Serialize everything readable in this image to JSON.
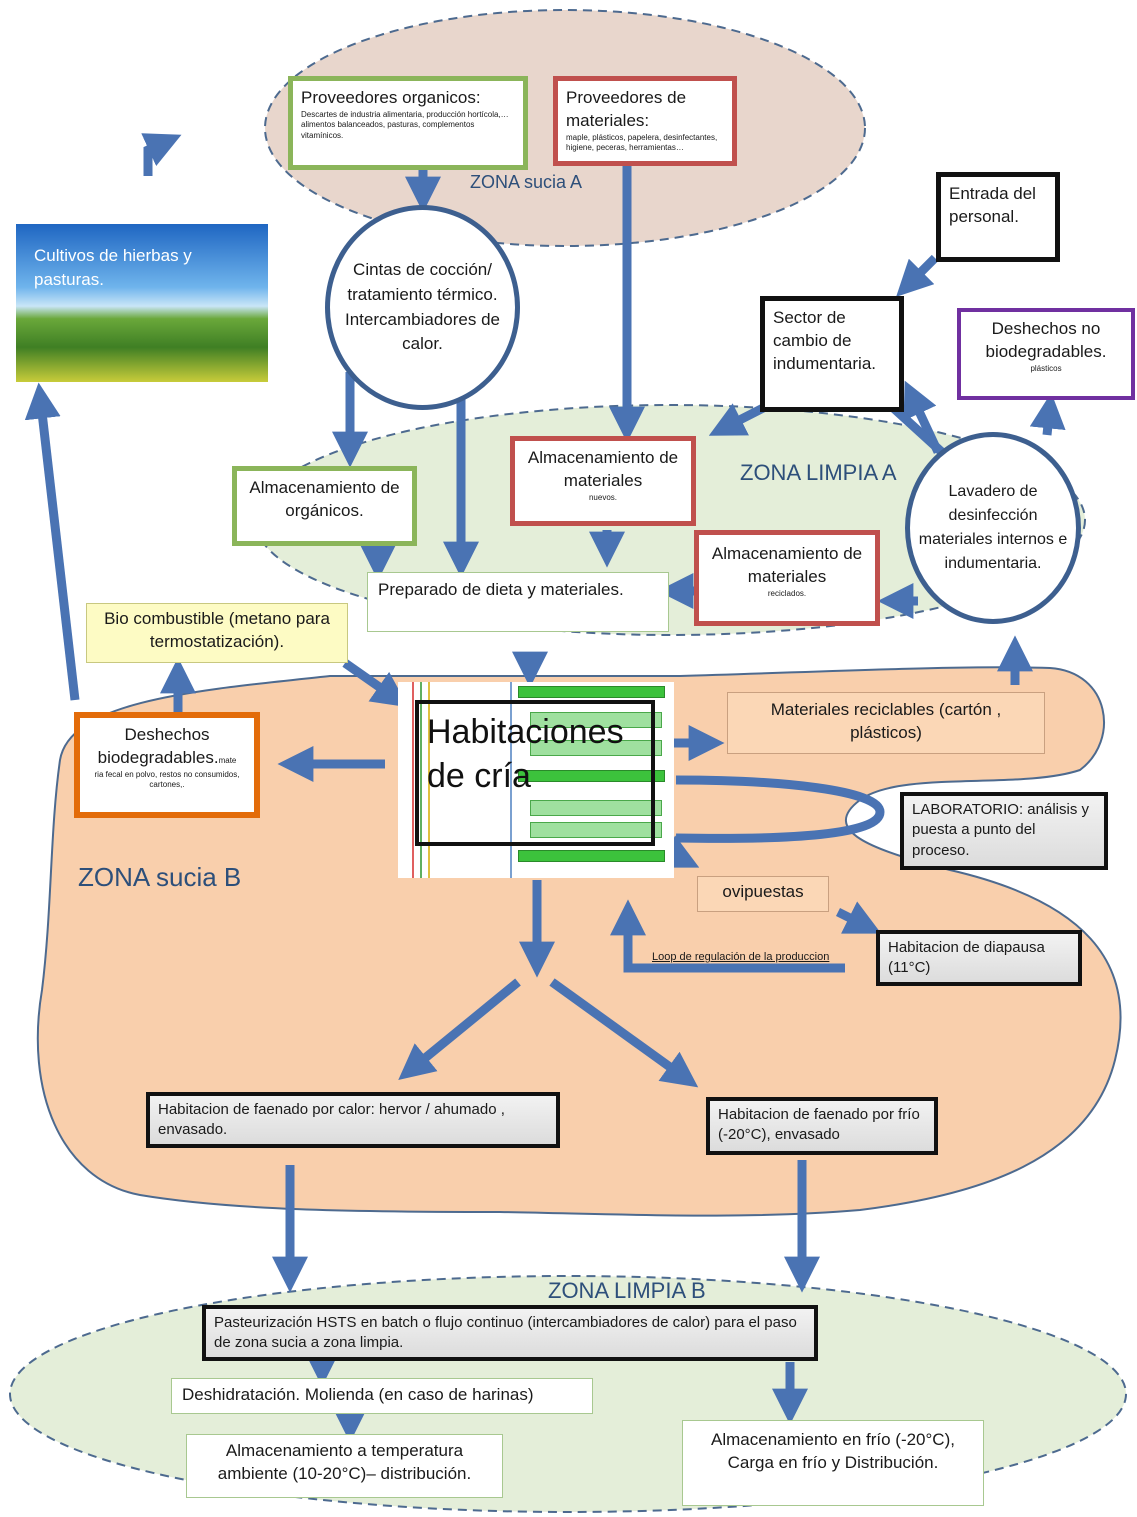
{
  "zones": {
    "sucia_a": "ZONA sucia A",
    "limpia_a": "ZONA LIMPIA A",
    "sucia_b": "ZONA sucia B",
    "limpia_b": "ZONA LIMPIA  B"
  },
  "photo_caption": "Cultivos de hierbas y pasturas.",
  "proveedores_organicos": {
    "title": "Proveedores organicos:",
    "detail": "Descartes de industria alimentaria,  producción hortícola,…alimentos balanceados, pasturas, complementos vitamínicos."
  },
  "proveedores_materiales": {
    "title": "Proveedores de materiales:",
    "detail": "maple, plásticos, papelera, desinfectantes, higiene, peceras, herramientas…"
  },
  "entrada_personal": "Entrada del personal.",
  "sector_cambio": "Sector de cambio de indumentaria.",
  "deshechos_no_bio": {
    "title": "Deshechos no biodegradables.",
    "detail": "plásticos"
  },
  "cintas_coccion": "Cintas de cocción/ tratamiento térmico. Intercambiadores de calor.",
  "alm_organicos": "Almacenamiento de orgánicos.",
  "alm_materiales_nuevos": {
    "title": "Almacenamiento de materiales",
    "detail": "nuevos."
  },
  "alm_materiales_reciclados": {
    "title": "Almacenamiento de materiales",
    "detail": "reciclados."
  },
  "lavadero": "Lavadero de desinfección materiales internos e indumentaria.",
  "preparado_dieta": "Preparado de dieta y materiales.",
  "bio_combustible": "Bio combustible (metano para termostatización).",
  "habitaciones_cria": "Habitaciones de cría",
  "deshechos_bio": {
    "title": "Deshechos biodegradables.",
    "detail_inline": "mate",
    "detail": "ria fecal en polvo, restos no consumidos, cartones,."
  },
  "materiales_reciclables": "Materiales reciclables (cartón , plásticos)",
  "laboratorio": "LABORATORIO:  análisis y puesta a punto del proceso.",
  "ovipuestas": "ovipuestas",
  "loop_regulacion": "Loop de regulación de la produccion",
  "habitacion_diapausa": "Habitacion de diapausa (11°C)",
  "faenado_calor": "Habitacion de faenado por calor: hervor / ahumado ,  envasado.",
  "faenado_frio": "Habitacion de faenado por frío (-20°C), envasado",
  "pasteurizacion": "Pasteurización HSTS en batch o flujo continuo (intercambiadores de calor) para el paso de zona sucia a zona limpia.",
  "deshidratacion": "Deshidratación. Molienda (en caso de harinas)",
  "alm_ambiente": "Almacenamiento a temperatura ambiente  (10-20°C)– distribución.",
  "alm_frio": "Almacenamiento en frío (-20°C), Carga en frío y Distribución.",
  "colors": {
    "arrow": "#4a73b3",
    "zona_sucia_a_fill": "#e8d6cc",
    "zona_limpia_fill": "#e4eed9",
    "zona_sucia_b_fill": "#f9cfac",
    "green_border": "#8bb55a",
    "red_border": "#c0504d",
    "purple_border": "#7030a0",
    "orange_border": "#e36c0a"
  }
}
